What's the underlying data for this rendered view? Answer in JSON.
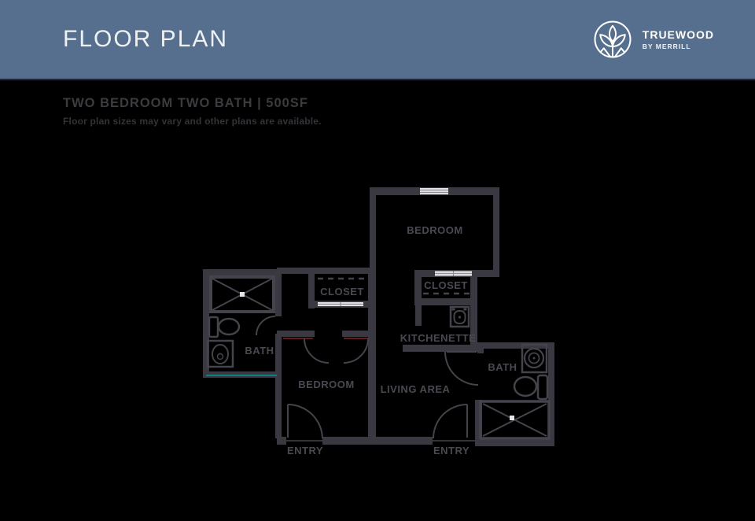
{
  "colors": {
    "page_bg": "#000000",
    "header_bg": "#566f8e",
    "header_text": "#eef1f4",
    "accent_line": "#2231c4",
    "wall": "#3a3840",
    "fixture": "#45434b",
    "label": "#4a4851",
    "white_detail": "#e6e6e9",
    "teal_accent": "#0e7e84",
    "red_accent": "#86222c",
    "subtitle_text": "#3b3b40",
    "disclaimer_text": "#333338"
  },
  "header": {
    "title": "FLOOR PLAN",
    "brand_name": "TRUEWOOD",
    "brand_byline": "BY MERRILL"
  },
  "plan_info": {
    "title": "TWO BEDROOM TWO BATH  |  500SF",
    "disclaimer": "Floor plan sizes may vary and other plans are available."
  },
  "floor_plan": {
    "labels": [
      {
        "id": "bedroom-top",
        "text": "BEDROOM"
      },
      {
        "id": "closet-middle",
        "text": "CLOSET"
      },
      {
        "id": "closet-right",
        "text": "CLOSET"
      },
      {
        "id": "kitchenette",
        "text": "KITCHENETTE"
      },
      {
        "id": "bath-left",
        "text": "BATH"
      },
      {
        "id": "bedroom-bottom",
        "text": "BEDROOM"
      },
      {
        "id": "living-area",
        "text": "LIVING AREA"
      },
      {
        "id": "bath-right",
        "text": "BATH"
      },
      {
        "id": "entry-left",
        "text": "ENTRY"
      },
      {
        "id": "entry-right",
        "text": "ENTRY"
      }
    ]
  }
}
